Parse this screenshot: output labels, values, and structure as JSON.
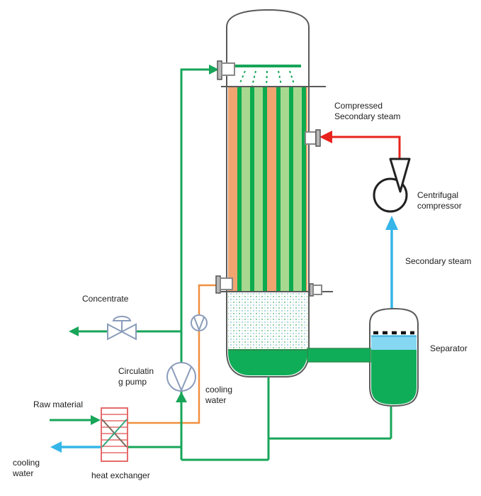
{
  "labels": {
    "compressed_secondary_steam": "Compressed\nSecondary steam",
    "centrifugal_compressor": "Centrifugal\ncompressor",
    "secondary_steam": "Secondary steam",
    "separator": "Separator",
    "concentrate": "Concentrate",
    "circulating_pump": "Circulatin\ng pump",
    "cooling_water_mid": "cooling\nwater",
    "raw_material": "Raw material",
    "cooling_water_bottom": "cooling\nwater",
    "heat_exchanger": "heat exchanger"
  },
  "colors": {
    "pipe_green": "#17a558",
    "pipe_green_dark": "#2c8a4a",
    "pipe_orange": "#f09040",
    "pipe_red": "#e8231e",
    "pipe_blue": "#35b5e8",
    "liquid_green": "#10ad59",
    "liquid_blue": "#85d7f2",
    "tube_orange": "#f0a470",
    "tube_dark_green": "#0cab4e",
    "tube_light_green": "#a8d890",
    "vessel_outline": "#5a5a5a",
    "equipment_outline": "#8a9cba",
    "compressor_outline": "#222222",
    "heat_exchanger_red": "#e56b6b"
  }
}
